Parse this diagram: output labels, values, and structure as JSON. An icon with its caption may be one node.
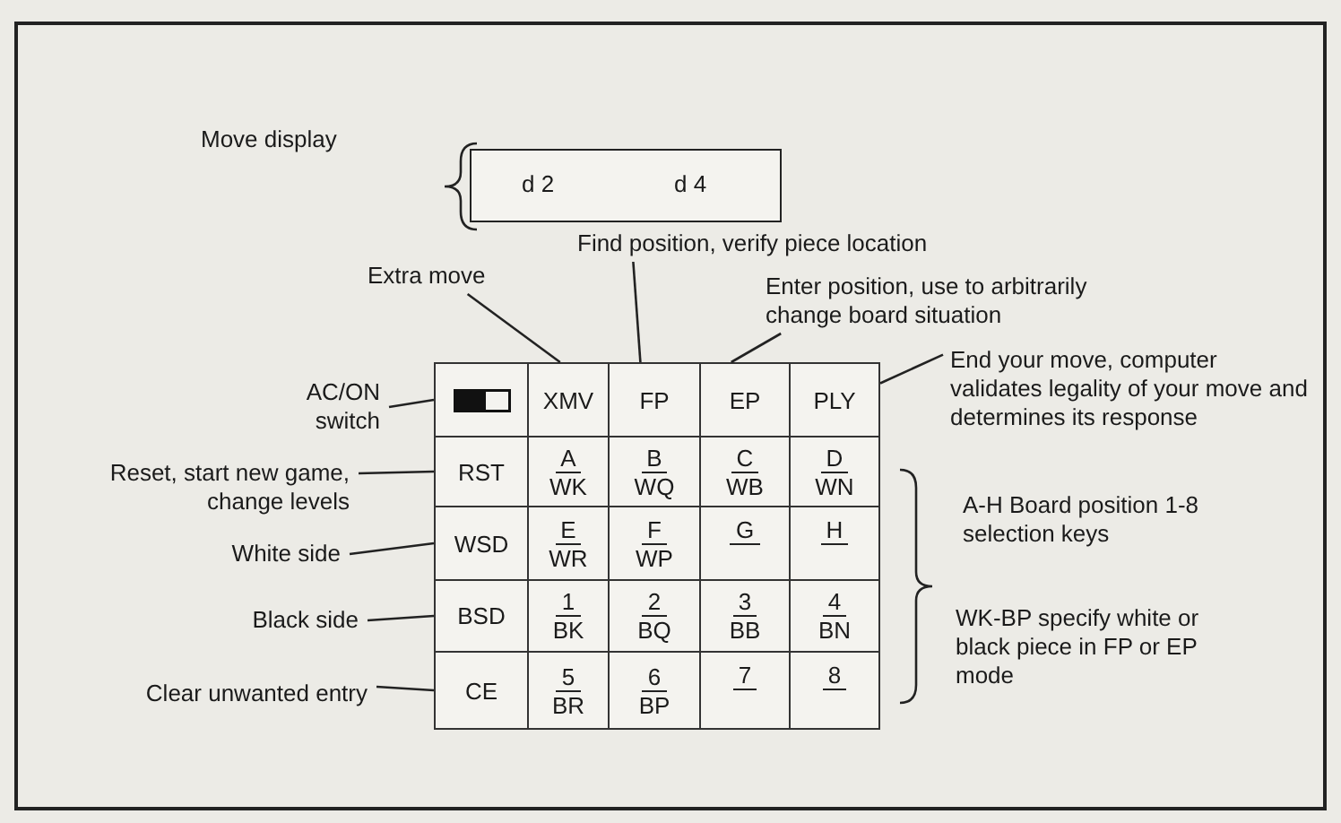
{
  "diagram": {
    "nodes": [
      {
        "text": [
          "d 2",
          "d 4"
        ]
      },
      {
        "text": [
          "Find position, verify piece location"
        ]
      },
      {
        "text": [
          "Extra move"
        ]
      },
      {
        "text": [
          "Enter position, use to arbitrarily change board situation"
        ]
      },
      {
        "text": [
          "AC/ON switch"
        ]
      },
      {
        "text": [],
        "shape": "box"
      },
      {
        "text": [],
        "shape": "picture",
        "in": 5
      },
      {
        "text": [
          "XMV"
        ],
        "in": 5
      },
      {
        "text": [
          "FP"
        ],
        "in": 5
      },
      {
        "text": [
          "EP"
        ],
        "in": 5
      },
      {
        "text": [
          "PLY"
        ],
        "in": 5
      },
      {
        "text": [
          "End your move, computer validates legality of your move and determines its response"
        ]
      },
      {
        "text": [
          "Reset, start new game, change levels"
        ]
      },
      {
        "text": [
          "RST"
        ],
        "in": 5
      },
      {
        "text": [
          "A",
          "WK"
        ],
        "in": 5
      },
      {
        "text": [
          "B",
          "WQ"
        ],
        "in": 5
      },
      {
        "text": [
          "C",
          "WB"
        ],
        "in": 5
      },
      {
        "text": [
          "D",
          "WN"
        ],
        "in": 5
      },
      {
        "text": [
          "White side"
        ]
      },
      {
        "text": [
          "WSD"
        ],
        "in": 5
      },
      {
        "text": [
          "E",
          "WR"
        ],
        "in": 5
      },
      {
        "text": [
          "F",
          "WP"
        ],
        "in": 5
      },
      {
        "text": [
          "G"
        ],
        "in": 5
      },
      {
        "text": [
          "H"
        ],
        "in": 5
      },
      {
        "text": [
          "Black side"
        ]
      },
      {
        "text": [
          "BSD"
        ],
        "in": 5
      },
      {
        "text": [
          "1",
          "BK"
        ],
        "in": 5
      },
      {
        "text": [
          "2",
          "BQ"
        ],
        "in": 5
      },
      {
        "text": [
          "3",
          "BB"
        ],
        "in": 5
      },
      {
        "text": [
          "4",
          "BN"
        ],
        "in": 5
      },
      {
        "text": [
          "Clear unwanted entry"
        ]
      },
      {
        "text": [
          "CE"
        ],
        "in": 5
      },
      {
        "text": [
          "5",
          "BR"
        ],
        "in": 5
      },
      {
        "text": [
          "6",
          "BP"
        ],
        "in": 5
      },
      {
        "text": [
          "7"
        ],
        "in": 5
      },
      {
        "text": [
          "8"
        ],
        "in": 5
      }
    ],
    "edges": [
      {
        "from": 2,
        "to": 7,
        "arrow": "none"
      },
      {
        "from": 1,
        "to": 8,
        "arrow": "none"
      },
      {
        "from": 3,
        "to": 9,
        "arrow": "none"
      },
      {
        "from": 4,
        "to": 6,
        "arrow": "none"
      },
      {
        "from": 11,
        "to": 10,
        "arrow": "none"
      },
      {
        "from": 12,
        "to": 13,
        "arrow": "none"
      },
      {
        "from": 18,
        "to": 19,
        "arrow": "none"
      },
      {
        "from": 24,
        "to": 25,
        "arrow": "none"
      },
      {
        "from": 30,
        "to": 31,
        "arrow": "none"
      }
    ],
    "labels": [
      "Move display",
      "A-H Board position 1-8 selection keys",
      "WK-BP specify white or black piece in FP or EP mode"
    ]
  }
}
